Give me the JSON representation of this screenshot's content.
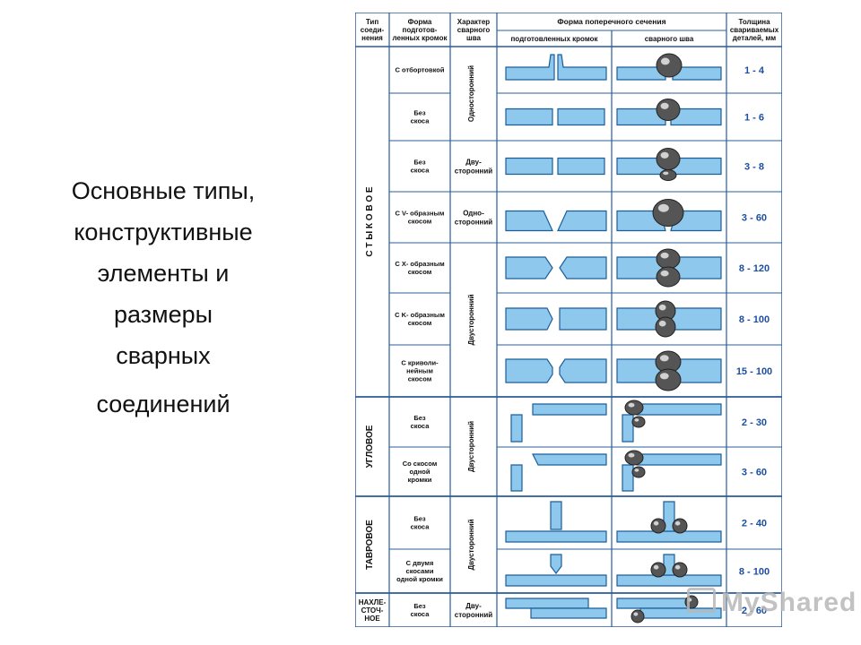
{
  "heading": {
    "lines": [
      "Основные типы,",
      "конструктивные",
      "элементы и",
      "размеры",
      "сварных",
      "соединений"
    ]
  },
  "table": {
    "headers": {
      "joint_type": [
        "Тип",
        "соеди-",
        "нения"
      ],
      "edge_form": [
        "Форма",
        "подготов-",
        "ленных кромок"
      ],
      "seam_kind": [
        "Характер",
        "сварного",
        "шва"
      ],
      "cross_section": "Форма поперечного сечения",
      "prepared_edges": "подготовленных кромок",
      "weld_seam": "сварного шва",
      "thickness": [
        "Толщина",
        "свариваемых",
        "деталей, мм"
      ]
    },
    "groups": [
      {
        "label": "С Т Ы К О В О Е"
      },
      {
        "label": "УГЛОВОЕ"
      },
      {
        "label": "ТАВРОВОЕ"
      },
      {
        "label": [
          "НАХЛЕ-",
          "СТОЧ-",
          "НОЕ"
        ]
      }
    ],
    "seam_labels": {
      "one_sided": "Односторонний",
      "two_sided_split": [
        "Дву-",
        "сторонний"
      ],
      "one_sided_split": [
        "Одно-",
        "сторонний"
      ],
      "two_sided": "Двусторонний"
    },
    "rows": [
      {
        "edge": [
          "С отбортовкой"
        ],
        "thickness": "1 - 4"
      },
      {
        "edge": [
          "Без",
          "скоса"
        ],
        "thickness": "1 - 6"
      },
      {
        "edge": [
          "Без",
          "скоса"
        ],
        "thickness": "3 - 8"
      },
      {
        "edge": [
          "С V- образным",
          "скосом"
        ],
        "thickness": "3 - 60"
      },
      {
        "edge": [
          "С X- образным",
          "скосом"
        ],
        "thickness": "8 - 120"
      },
      {
        "edge": [
          "С K- образным",
          "скосом"
        ],
        "thickness": "8 - 100"
      },
      {
        "edge": [
          "С криволи-",
          "нейным",
          "скосом"
        ],
        "thickness": "15 - 100"
      },
      {
        "edge": [
          "Без",
          "скоса"
        ],
        "thickness": "2 - 30"
      },
      {
        "edge": [
          "Со скосом",
          "одной",
          "кромки"
        ],
        "thickness": "3 - 60"
      },
      {
        "edge": [
          "Без",
          "скоса"
        ],
        "thickness": "2 - 40"
      },
      {
        "edge": [
          "С двумя",
          "скосами",
          "одной кромки"
        ],
        "thickness": "8 - 100"
      },
      {
        "edge": [
          "Без",
          "скоса"
        ],
        "thickness": "2 - 60"
      }
    ]
  },
  "watermark": "MyShared",
  "colors": {
    "plate": "#8ec8ec",
    "plate_stroke": "#1c5e9a",
    "grid": "#2a5c9a",
    "thickness_text": "#1b4fa0",
    "weld": "#555555"
  }
}
